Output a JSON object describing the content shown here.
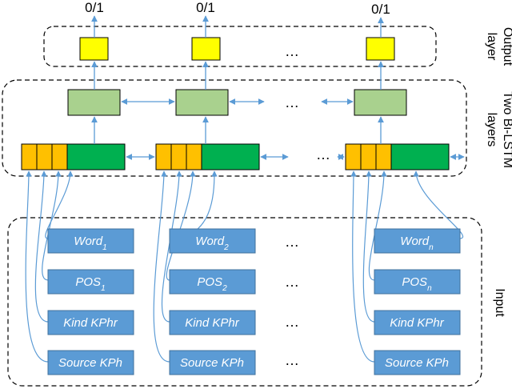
{
  "outputs": [
    "0/1",
    "0/1",
    "0/1"
  ],
  "ellipsis": "…",
  "side_labels": {
    "output_line1": "Output",
    "output_line2": "layer",
    "bilstm_line1": "Two Bi-LSTM",
    "bilstm_line2": "layers",
    "input": "Input"
  },
  "columns": [
    {
      "word": "Word",
      "word_sub": "1",
      "pos": "POS",
      "pos_sub": "1",
      "kind": "Kind KPhr",
      "source": "Source KPh"
    },
    {
      "word": "Word",
      "word_sub": "2",
      "pos": "POS",
      "pos_sub": "2",
      "kind": "Kind KPhr",
      "source": "Source KPh"
    },
    {
      "word": "Word",
      "word_sub": "n",
      "pos": "POS",
      "pos_sub": "n",
      "kind": "Kind KPhr",
      "source": "Source KPh"
    }
  ],
  "colors": {
    "output_box": "#ffff00",
    "lstm_upper": "#a9d18e",
    "lstm_feature": "#ffc000",
    "lstm_embedding": "#00b050",
    "input_box": "#5b9bd5",
    "arrow": "#5b9bd5",
    "input_text": "#ffffff"
  }
}
